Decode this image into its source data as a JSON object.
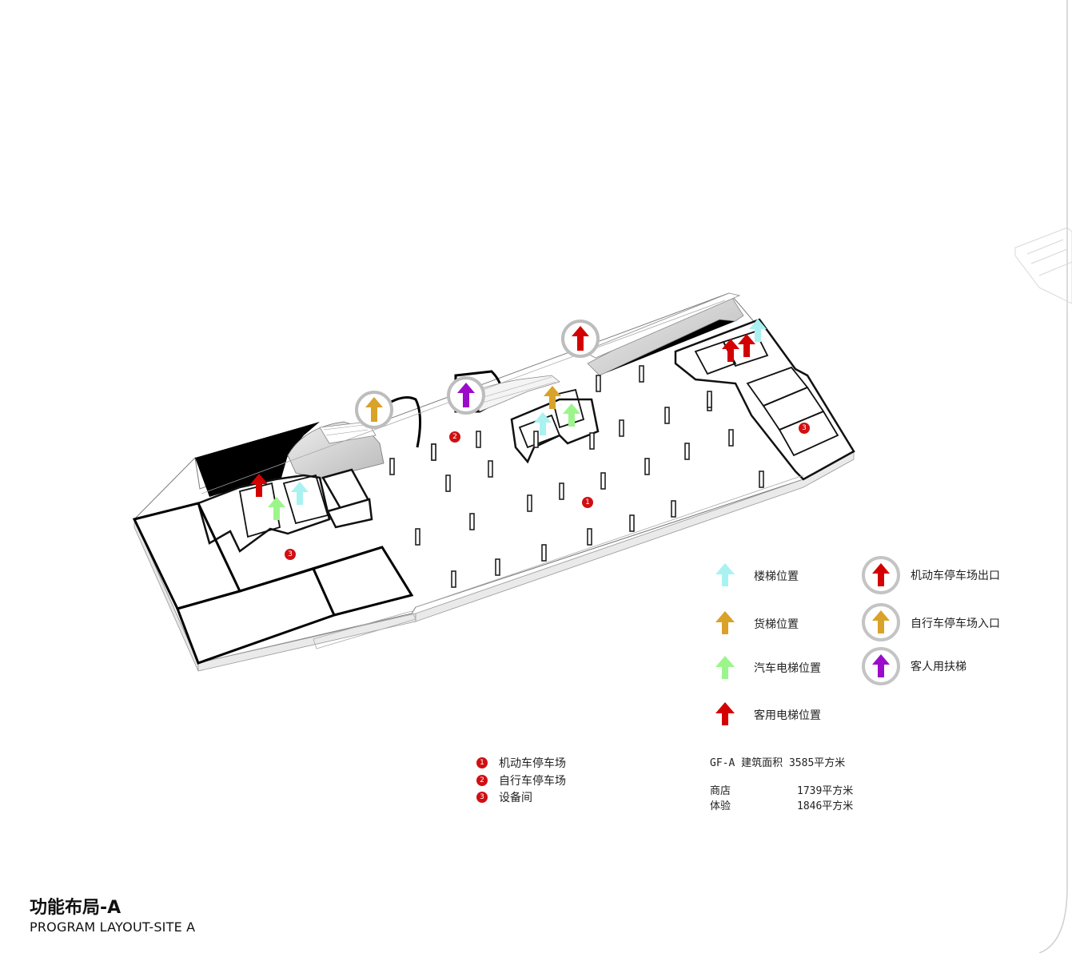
{
  "title": {
    "cn": "功能布局-A",
    "en": "PROGRAM LAYOUT-SITE A"
  },
  "legend": {
    "left": [
      {
        "label": "楼梯位置",
        "color": "#aaf2f2"
      },
      {
        "label": "货梯位置",
        "color": "#d9a228"
      },
      {
        "label": "汽车电梯位置",
        "color": "#9cf58a"
      },
      {
        "label": "客用电梯位置",
        "color": "#d40000"
      }
    ],
    "right": [
      {
        "label": "机动车停车场出口",
        "color": "#d40000"
      },
      {
        "label": "自行车停车场入口",
        "color": "#d9a228"
      },
      {
        "label": "客人用扶梯",
        "color": "#9b0bc9"
      }
    ]
  },
  "zones": [
    {
      "num": "1",
      "label": "机动车停车场"
    },
    {
      "num": "2",
      "label": "自行车停车场"
    },
    {
      "num": "3",
      "label": "设备间"
    }
  ],
  "plan_markers": [
    "1",
    "2",
    "3",
    "3"
  ],
  "area": {
    "heading": "GF-A 建筑面积 3585平方米",
    "rows": [
      {
        "name": "商店",
        "value": "1739平方米"
      },
      {
        "name": "体验",
        "value": "1846平方米"
      }
    ]
  },
  "colors": {
    "stair": "#aaf2f2",
    "freight": "#d9a228",
    "car_lift": "#9cf58a",
    "passenger": "#d40000",
    "escalator": "#9b0bc9",
    "badge": "#d10f12"
  }
}
